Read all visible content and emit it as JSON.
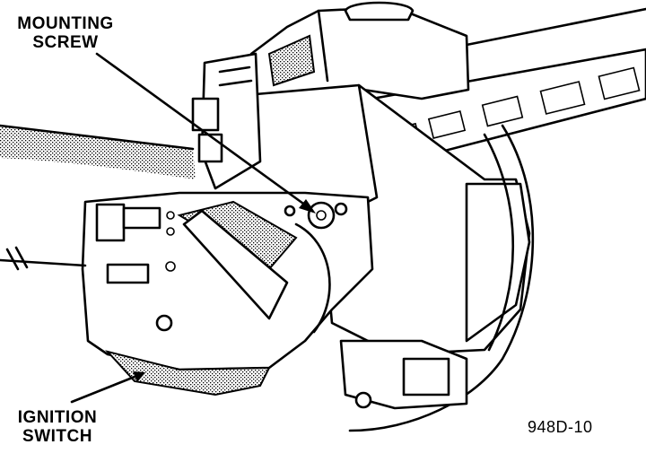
{
  "labels": {
    "mounting_screw_line1": "MOUNTING",
    "mounting_screw_line2": "SCREW",
    "ignition_switch_line1": "IGNITION",
    "ignition_switch_line2": "SWITCH",
    "figure_code": "948D-10"
  },
  "colors": {
    "ink": "#000000",
    "paper": "#ffffff"
  }
}
